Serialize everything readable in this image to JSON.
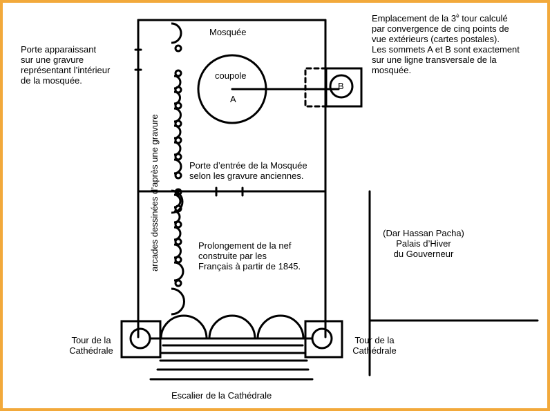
{
  "colors": {
    "frame": "#f2a93b",
    "ink": "#000000"
  },
  "labels": {
    "mosquee": "Mosquée",
    "porte_gravure": [
      "Porte apparaissant",
      "sur une gravure",
      "représentant l’intérieur",
      "de la mosquée."
    ],
    "emplacement_l1_pre": "Emplacement de la 3",
    "emplacement_l1_sup": "è",
    "emplacement_l1_post": " tour calculé",
    "emplacement_rest": [
      "par convergence de cinq points de",
      "vue extérieurs (cartes postales).",
      "Les sommets A et B sont exactement",
      "sur une ligne transversale de la",
      "mosquée."
    ],
    "coupole": "coupole",
    "point_a": "A",
    "point_b": "B",
    "arcades": "arcades dessinées d’après une gravure",
    "porte_entree": [
      "Porte d’entrée de la Mosquée",
      "selon les gravure anciennes."
    ],
    "palais": [
      "(Dar Hassan Pacha)",
      "Palais d’Hiver",
      "du Gouverneur"
    ],
    "prolongement": [
      "Prolongement de la nef",
      "construite par les",
      "Français à partir de 1845."
    ],
    "tour_gauche": [
      "Tour de la",
      "Cathédrale"
    ],
    "tour_droite": [
      "Tour de la",
      "Cathédrale"
    ],
    "escalier": "Escalier de la Cathédrale"
  }
}
